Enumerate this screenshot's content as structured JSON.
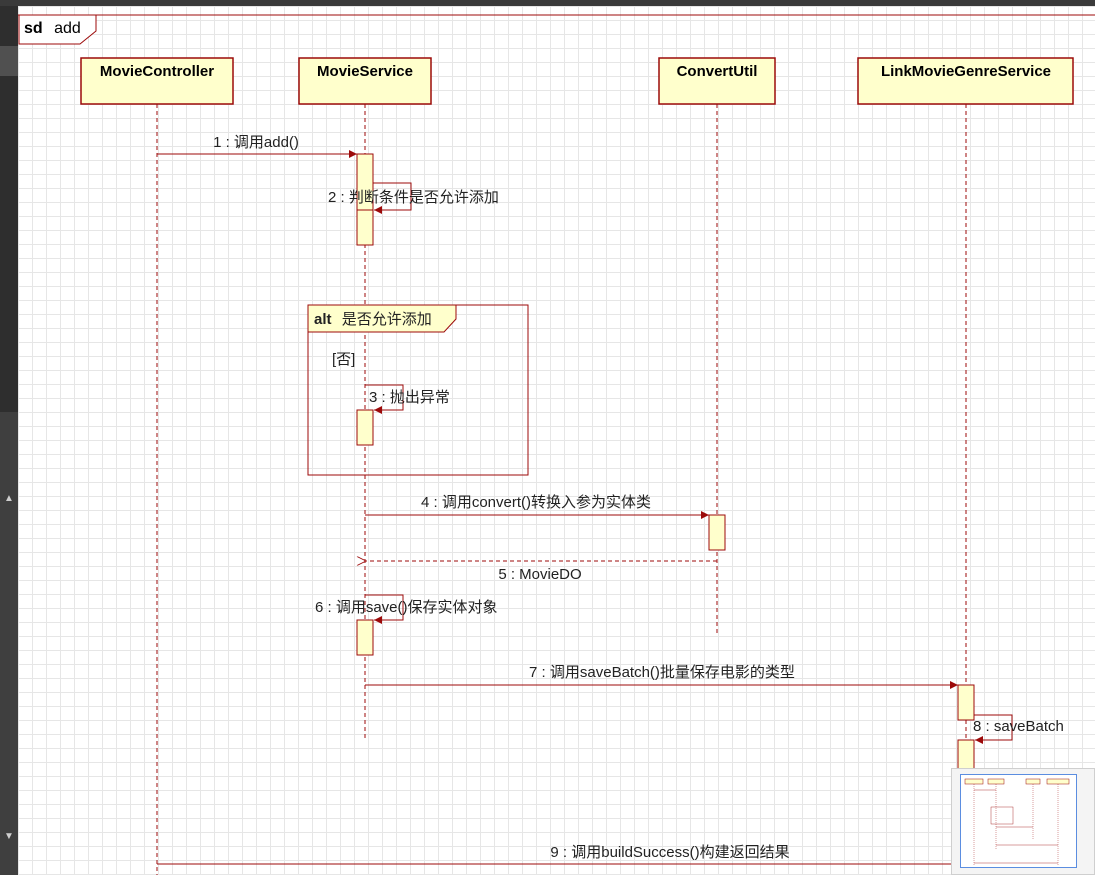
{
  "frame": {
    "keyword": "sd",
    "name": "add"
  },
  "lifelines": [
    {
      "id": "mc",
      "label": "MovieController"
    },
    {
      "id": "ms",
      "label": "MovieService"
    },
    {
      "id": "cu",
      "label": "ConvertUtil"
    },
    {
      "id": "lmgs",
      "label": "LinkMovieGenreService"
    }
  ],
  "fragment": {
    "keyword": "alt",
    "condition": "是否允许添加",
    "guard": "[否]"
  },
  "messages": [
    {
      "n": 1,
      "text": "1 : 调用add()"
    },
    {
      "n": 2,
      "text": "2 : 判断条件是否允许添加"
    },
    {
      "n": 3,
      "text": "3 : 抛出异常"
    },
    {
      "n": 4,
      "text": "4 : 调用convert()转换入参为实体类"
    },
    {
      "n": 5,
      "text": "5 : MovieDO"
    },
    {
      "n": 6,
      "text": "6 : 调用save()保存实体对象"
    },
    {
      "n": 7,
      "text": "7 : 调用saveBatch()批量保存电影的类型"
    },
    {
      "n": 8,
      "text": "8 : saveBatch"
    },
    {
      "n": 9,
      "text": "9 : 调用buildSuccess()构建返回结果"
    }
  ],
  "colors": {
    "line": "#9c0a0a",
    "box_fill": "#ffffcc",
    "grid": "#e6e6e6",
    "panel": "#3f3f3f"
  }
}
